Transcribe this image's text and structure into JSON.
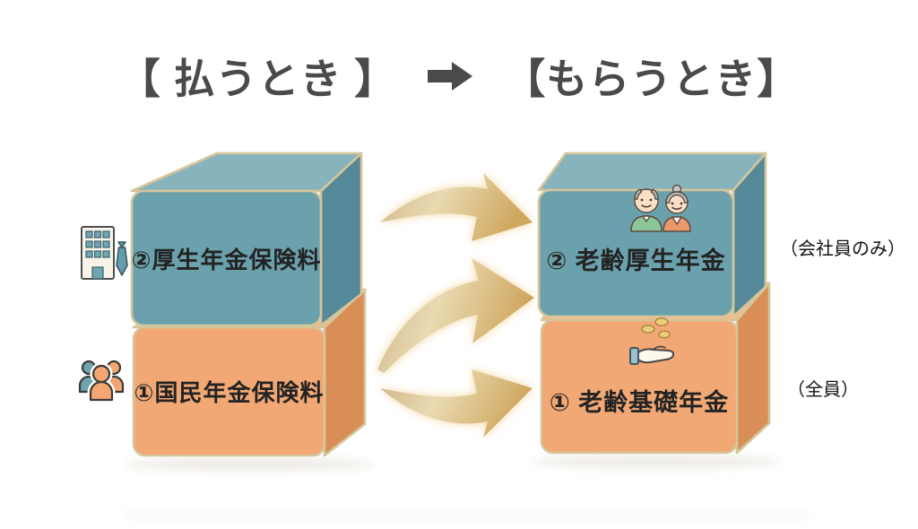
{
  "title": {
    "pay": "【 払うとき 】",
    "receive": "【もらうとき】",
    "arrow_icon": "black-right-arrow"
  },
  "pay_section": {
    "boxes": [
      {
        "label": "②厚生年金保険料",
        "type": "teal",
        "icon": "company-building-icon"
      },
      {
        "label": "①国民年金保険料",
        "type": "orange",
        "icon": "people-group-icon"
      }
    ]
  },
  "receive_section": {
    "boxes": [
      {
        "label": "② 老齢厚生年金",
        "type": "teal",
        "icon": "elderly-couple-icon",
        "note": "（会社員のみ）"
      },
      {
        "label": "① 老齢基礎年金",
        "type": "orange",
        "icon": "coins-in-hand-icon",
        "note": "（全員）"
      }
    ]
  },
  "colors": {
    "background": "#ffffff",
    "title_text": "#4a4a4a",
    "label_text": "#232323",
    "note_text": "#141414",
    "box_edge": "#d5c59b",
    "teal_front": "#6ba1ac",
    "teal_top": "#87b3bd",
    "teal_side": "#55899a",
    "orange_front": "#f2a874",
    "orange_top": "#f5bb8c",
    "orange_side": "#d88e56",
    "arrow_gold_tail": "#cdb286",
    "arrow_gold_mid": "#e9dab2",
    "arrow_gold_head": "#cfa75f",
    "arrow_glow": "#f3d49a"
  }
}
